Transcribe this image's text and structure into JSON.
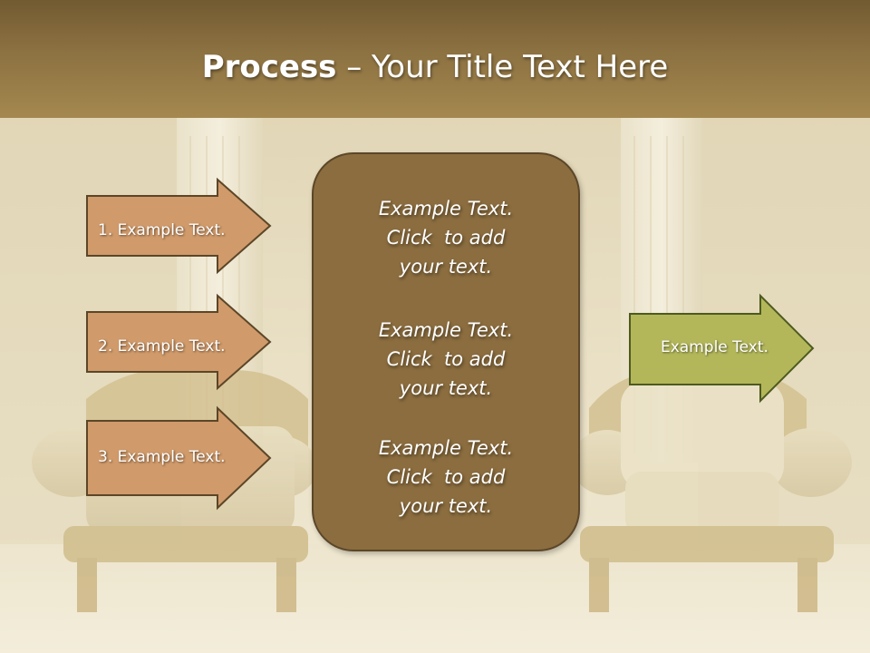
{
  "slide": {
    "title_bold": "Process",
    "title_rest": " – Your Title Text Here"
  },
  "left_arrows": [
    {
      "label": "1. Example Text."
    },
    {
      "label": "2. Example Text."
    },
    {
      "label": "3. Example Text."
    }
  ],
  "center_box": {
    "blocks": [
      {
        "line1": "Example Text.",
        "line2": "Click  to add",
        "line3": "your text."
      },
      {
        "line1": "Example Text.",
        "line2": "Click  to add",
        "line3": "your text."
      },
      {
        "line1": "Example Text.",
        "line2": "Click  to add",
        "line3": "your text."
      }
    ]
  },
  "right_arrow": {
    "label": "Example Text."
  },
  "colors": {
    "title_band": "#8d7242",
    "left_arrow_fill": "#d09a6a",
    "left_arrow_stroke": "#5b4628",
    "center_box_fill": "#8b6d3f",
    "right_arrow_fill": "#b3b75a",
    "right_arrow_stroke": "#4d5a1f"
  }
}
